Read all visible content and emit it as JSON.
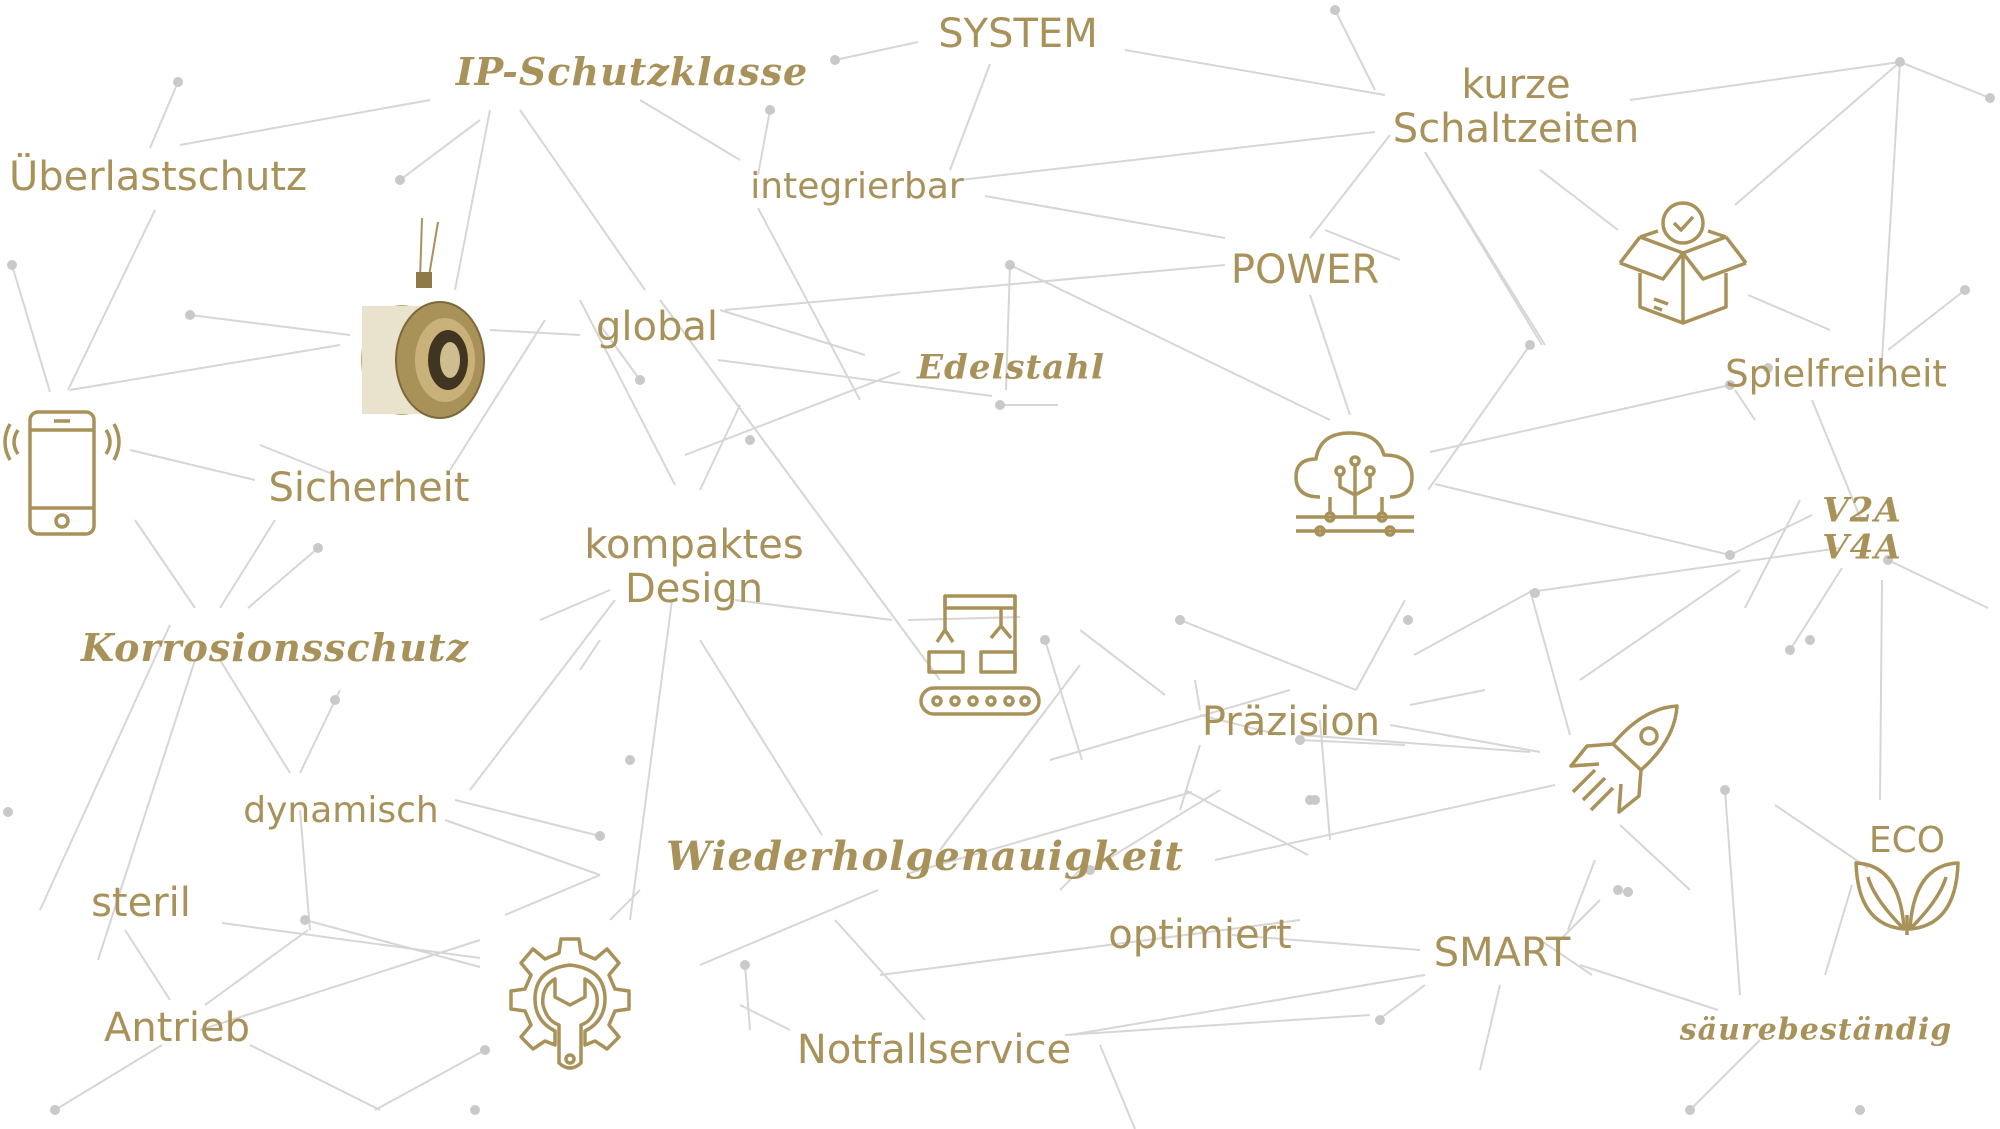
{
  "colors": {
    "gold": "#a8925a",
    "line": "#d6d6d6",
    "dot": "#c9c9c9"
  },
  "labels": {
    "system": "SYSTEM",
    "ip_schutzklasse": "IP-Schutzklasse",
    "kurze_schaltzeiten": "kurze\nSchaltzeiten",
    "ueberlastschutz": "Überlastschutz",
    "integrierbar": "integrierbar",
    "power": "POWER",
    "global": "global",
    "edelstahl": "Edelstahl",
    "spielfreiheit": "Spielfreiheit",
    "sicherheit": "Sicherheit",
    "kompaktes_design": "kompaktes\nDesign",
    "v2a_v4a": "V2A\nV4A",
    "korrosionsschutz": "Korrosionsschutz",
    "praezision": "Präzision",
    "dynamisch": "dynamisch",
    "eco": "ECO",
    "wiederholgenauigkeit": "Wiederholgenauigkeit",
    "steril": "steril",
    "optimiert": "optimiert",
    "smart": "SMART",
    "antrieb": "Antrieb",
    "notfallservice": "Notfallservice",
    "saeurebestaendig": "säurebeständig"
  },
  "icons": [
    "clutch-product-image",
    "smartphone-icon",
    "box-checkmark-icon",
    "cloud-circuit-icon",
    "factory-robot-arm-icon",
    "rocket-icon",
    "leaves-icon",
    "gear-wrench-icon"
  ]
}
